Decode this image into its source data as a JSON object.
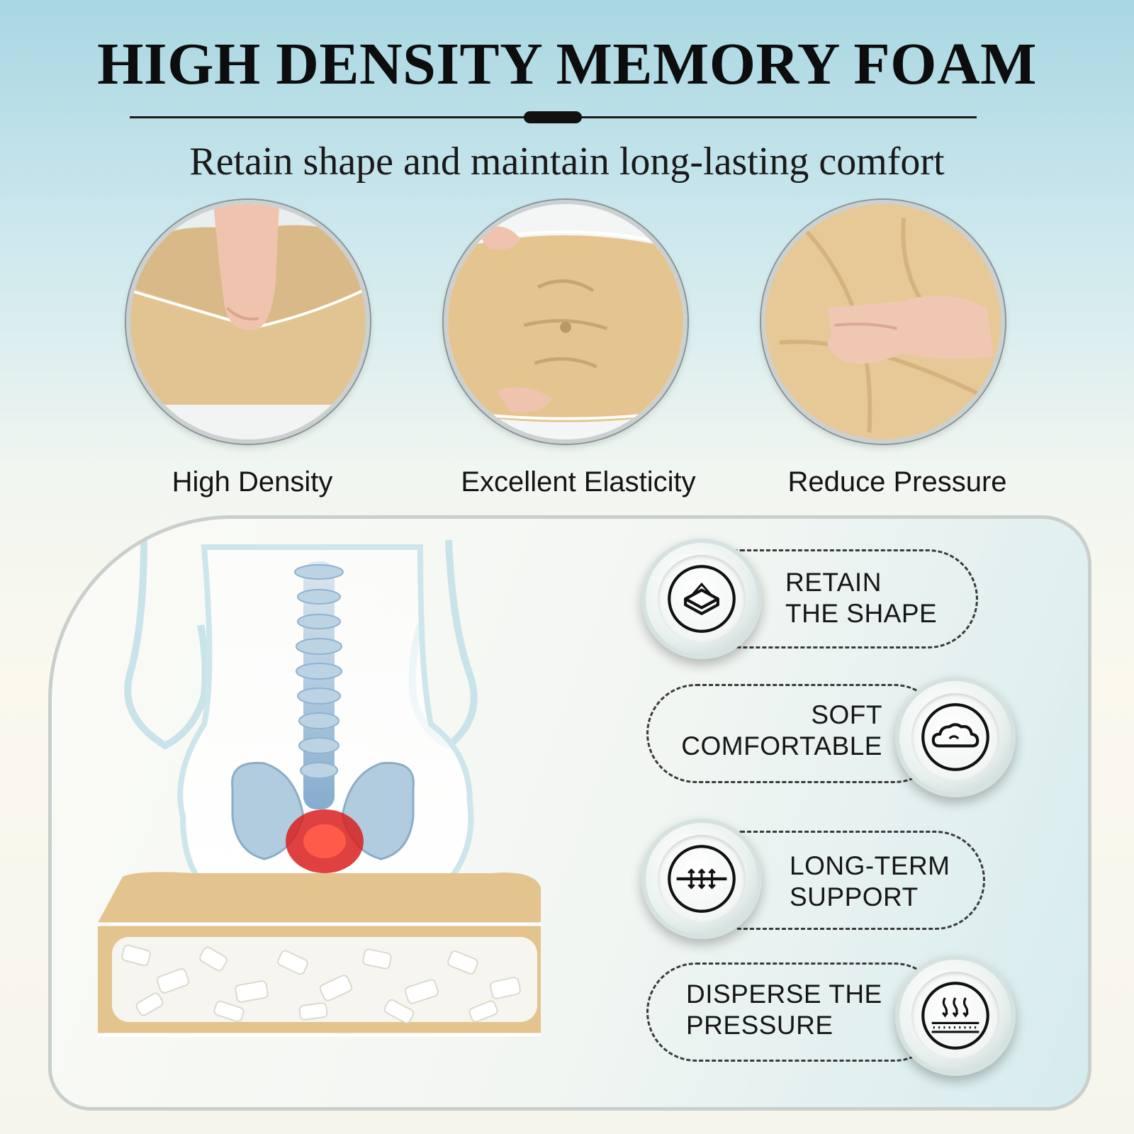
{
  "header": {
    "title": "HIGH DENSITY MEMORY FOAM",
    "subtitle": "Retain shape and maintain long-lasting comfort"
  },
  "features": [
    {
      "label": "High Density"
    },
    {
      "label": "Excellent Elasticity"
    },
    {
      "label": "Reduce Pressure"
    }
  ],
  "badges": [
    {
      "line1": "RETAIN",
      "line2": "THE SHAPE",
      "icon": "layers-square-icon"
    },
    {
      "line1": "SOFT",
      "line2": "COMFORTABLE",
      "icon": "cloud-icon"
    },
    {
      "line1": "LONG-TERM",
      "line2": "SUPPORT",
      "icon": "support-arrows-icon"
    },
    {
      "line1": "DISPERSE THE",
      "line2": "PRESSURE",
      "icon": "heat-waves-icon"
    }
  ],
  "colors": {
    "cushion": "#e3c48f",
    "piping": "#ffffff",
    "text": "#141414",
    "pain-highlight": "#d9201f"
  }
}
